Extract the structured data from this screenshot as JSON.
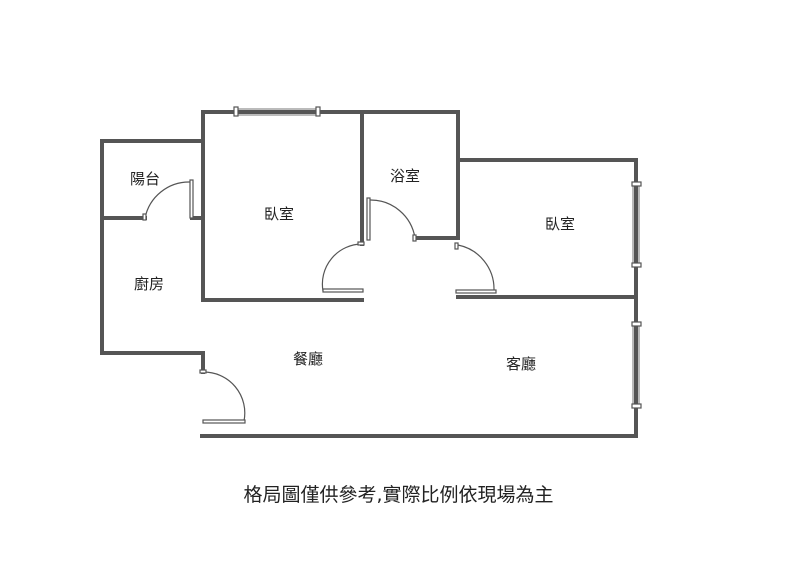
{
  "rooms": {
    "balcony": "陽台",
    "bedroom_left": "臥室",
    "bathroom": "浴室",
    "bedroom_right": "臥室",
    "kitchen": "廚房",
    "dining": "餐廳",
    "living": "客廳"
  },
  "caption": "格局圖僅供參考,實際比例依現場為主"
}
